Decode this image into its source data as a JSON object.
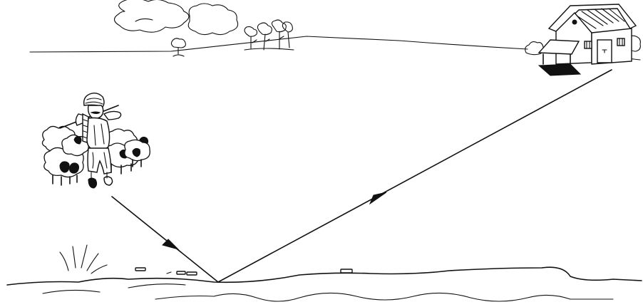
{
  "scene": {
    "elements": [
      "clouds",
      "trees",
      "house",
      "shepherd",
      "sheep-flock",
      "river"
    ],
    "colors": {
      "ink": "#111111",
      "background": "#ffffff",
      "house-shadow": "#111111"
    }
  }
}
